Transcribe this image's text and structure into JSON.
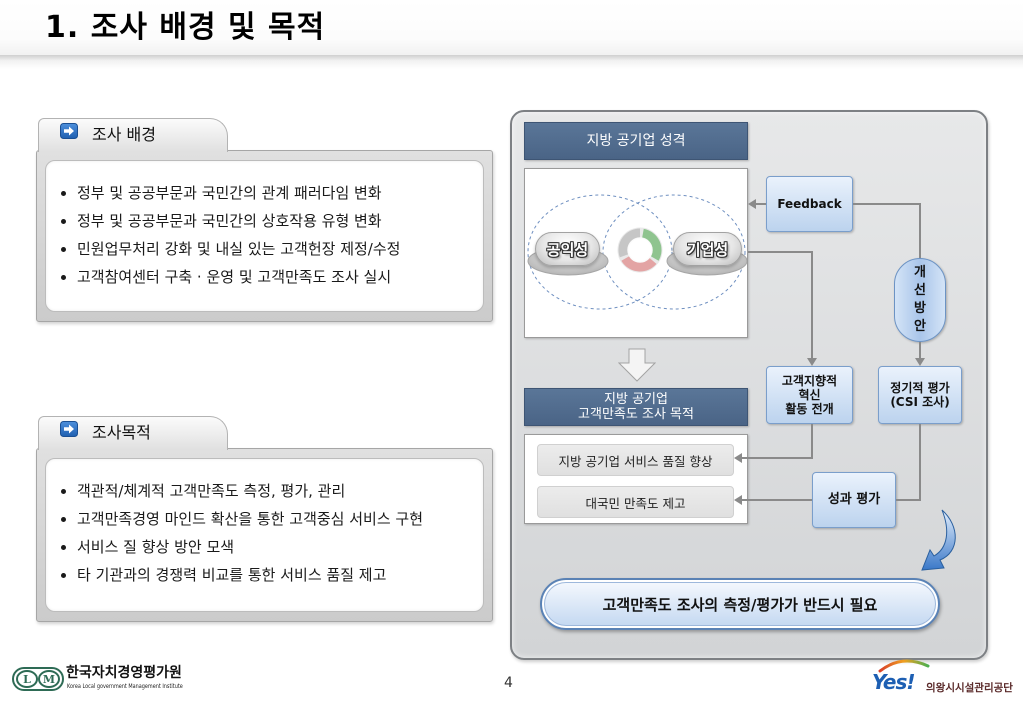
{
  "slide": {
    "title": "1. 조사 배경 및 목적",
    "page_number": "4"
  },
  "background_section": {
    "tab_label": "조사 배경",
    "bullets": [
      "정부 및 공공부문과 국민간의 관계 패러다임 변화",
      "정부 및 공공부문과 국민간의 상호작용 유형 변화",
      "민원업무처리 강화 및 내실 있는 고객헌장 제정/수정",
      "고객참여센터 구축 · 운영 및 고객만족도 조사 실시"
    ]
  },
  "purpose_section": {
    "tab_label": "조사목적",
    "bullets": [
      "객관적/체계적 고객만족도 측정, 평가, 관리",
      "고객만족경영 마인드 확산을 통한 고객중심 서비스 구현",
      "서비스 질 향상 방안 모색",
      "타 기관과의 경쟁력 비교를 통한 서비스 품질 제고"
    ]
  },
  "diagram": {
    "nature_header": "지방 공기업 성격",
    "public_interest_label": "공익성",
    "business_label": "기업성",
    "purpose_header_lines": [
      "지방 공기업",
      "고객만족도 조사 목적"
    ],
    "purpose_items": [
      "지방 공기업 서비스 품질 향상",
      "대국민 만족도 제고"
    ],
    "feedback_label": "Feedback",
    "improvement_label": "개선방안",
    "activity_lines": [
      "고객지향적",
      "혁신",
      "활동 전개"
    ],
    "periodic_eval_lines": [
      "정기적 평가",
      "(CSI 조사)"
    ],
    "performance_label": "성과 평가",
    "conclusion": "고객만족도 조사의 측정/평가가 반드시 필요"
  },
  "footer": {
    "left_logo_letters": [
      "L",
      "M"
    ],
    "left_logo_name": "한국자치경영평가원",
    "left_logo_subtitle": "Korea Local government Management Institute",
    "right_logo_mark": "Yes!",
    "right_logo_name": "의왕시시설관리공단"
  },
  "icons": {
    "section_tab": "arrow-right-icon",
    "venn_center": "cycle-icon",
    "flow_down": "down-arrow-icon",
    "flow_curve": "curved-arrow-icon"
  },
  "colors": {
    "header_blue": "#4e6a8c",
    "box_blue": "#bcd3ee",
    "box_border": "#7a9ecb",
    "tab_icon_blue": "#1f5fb0",
    "connector_gray": "#8a8a8a",
    "logo_green": "#2e6b55",
    "yes_blue": "#1d5fb3"
  }
}
